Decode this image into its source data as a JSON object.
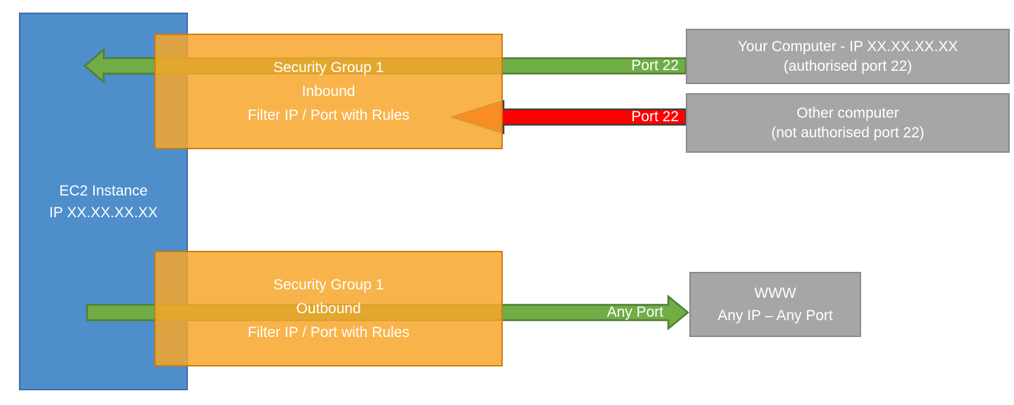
{
  "colors": {
    "ec2_fill": "#4E8ECB",
    "ec2_border": "#3F6EA6",
    "sg_fill": "rgba(247,166,42,0.85)",
    "sg_border": "rgba(200,122,16,0.95)",
    "allowed_arrow_fill": "#70AD47",
    "allowed_arrow_border": "#507E32",
    "blocked_arrow_fill": "#FF0000",
    "blocked_arrow_border": "#404040",
    "endpoint_fill": "#A6A6A6",
    "endpoint_border": "#8A8A8A",
    "text": "#FFFFFF"
  },
  "ec2": {
    "title": "EC2 Instance",
    "ip": "IP XX.XX.XX.XX"
  },
  "inbound_sg": {
    "title": "Security Group 1",
    "direction": "Inbound",
    "rule": "Filter IP / Port with Rules"
  },
  "outbound_sg": {
    "title": "Security Group 1",
    "direction": "Outbound",
    "rule": "Filter IP / Port with Rules"
  },
  "endpoints": {
    "your_computer": {
      "line1": "Your Computer - IP XX.XX.XX.XX",
      "line2": "(authorised port 22)"
    },
    "other_computer": {
      "line1": "Other computer",
      "line2": "(not authorised port 22)"
    },
    "www": {
      "line1": "WWW",
      "line2": "Any IP – Any Port"
    }
  },
  "arrows": {
    "inbound_allowed_label": "Port 22",
    "inbound_blocked_label": "Port 22",
    "outbound_label": "Any Port"
  }
}
